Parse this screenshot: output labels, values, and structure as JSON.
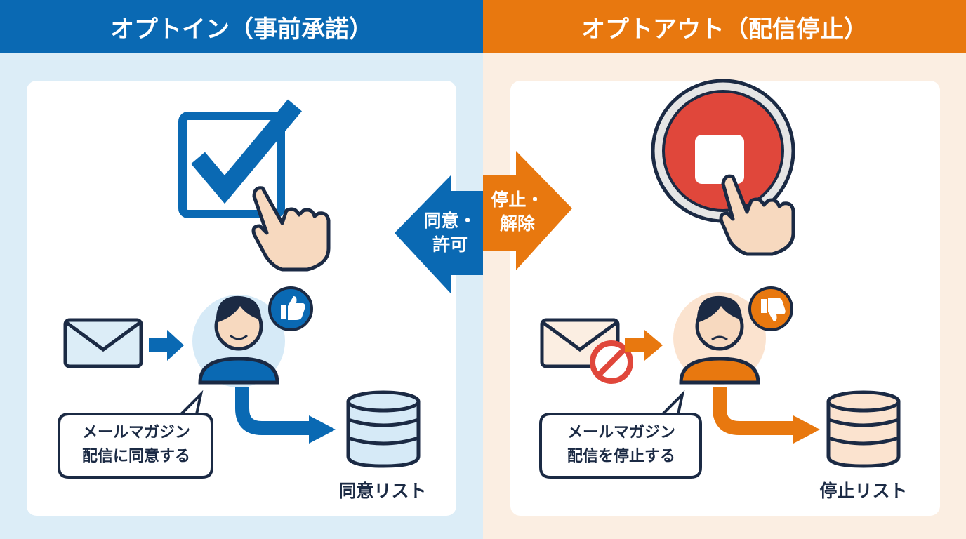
{
  "optin": {
    "title": "オプトイン（事前承諾）",
    "speech_line1": "メールマガジン",
    "speech_line2": "配信に同意する",
    "list_label": "同意リスト",
    "arrow_line1": "同意・",
    "arrow_line2": "許可",
    "color": "#0a69b3"
  },
  "optout": {
    "title": "オプトアウト（配信停止）",
    "speech_line1": "メールマガジン",
    "speech_line2": "配信を停止する",
    "list_label": "停止リスト",
    "arrow_line1": "停止・",
    "arrow_line2": "解除",
    "color": "#e8780f"
  }
}
